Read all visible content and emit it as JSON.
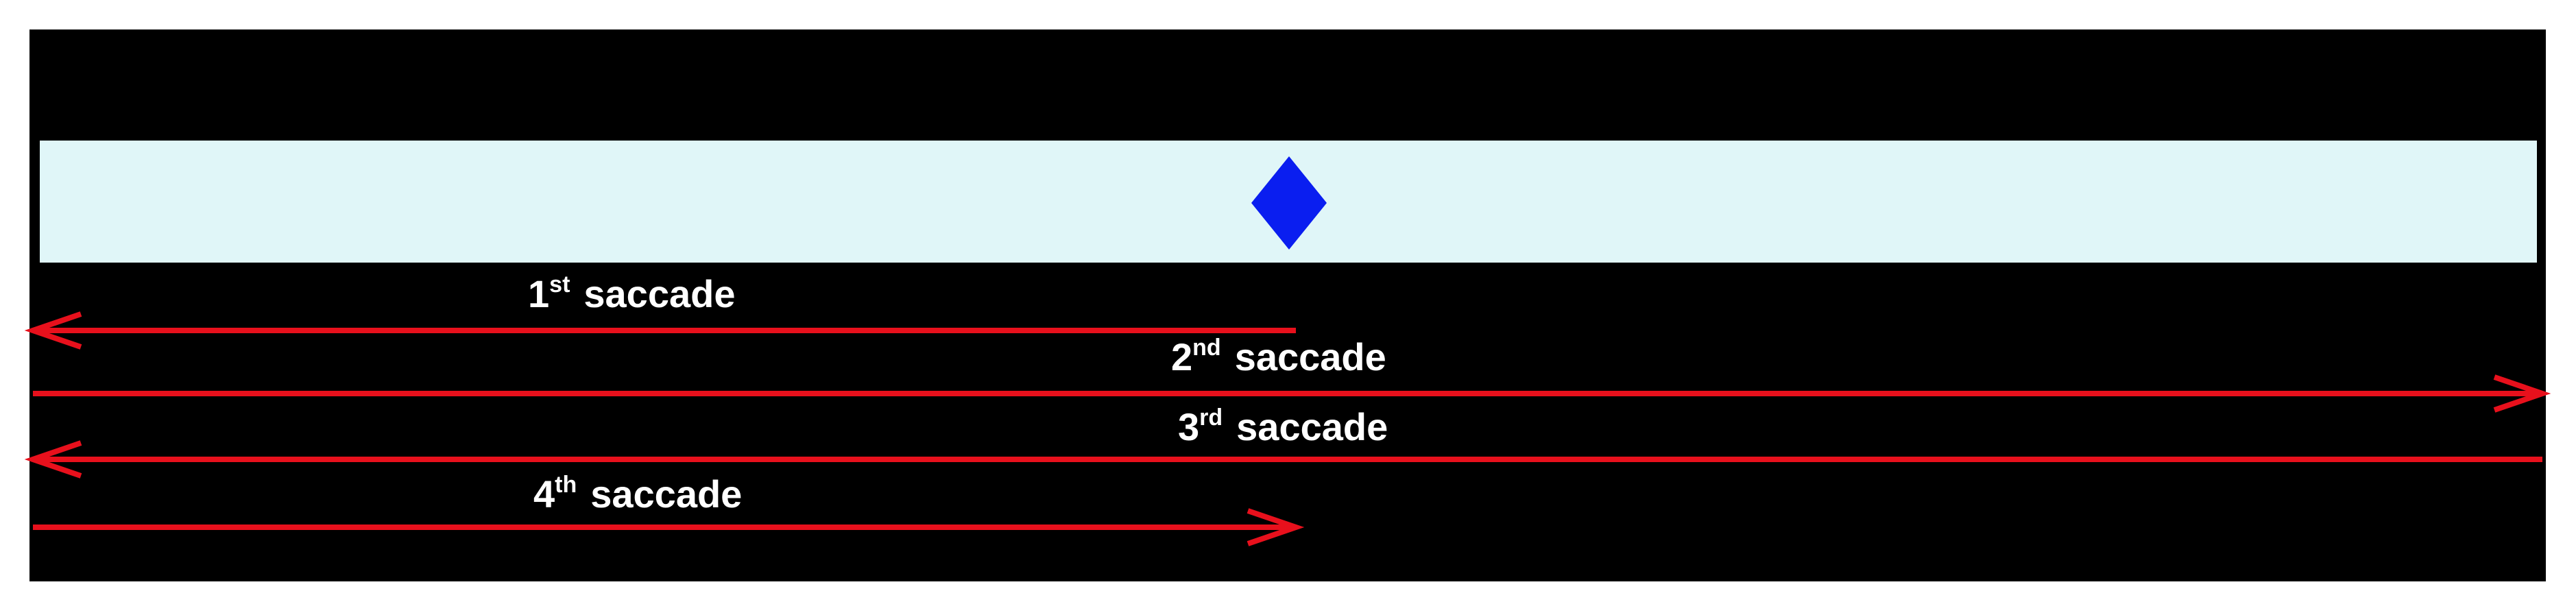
{
  "colors": {
    "background": "#000000",
    "outer_margin": "#ffffff",
    "stimulus_strip": "#e0f6f8",
    "target": "#0a1ef0",
    "arrow": "#e8101c",
    "label_text": "#ffffff"
  },
  "target_icon": "blue-diamond-target",
  "saccades": [
    {
      "number": "1",
      "suffix": "st",
      "word": "saccade",
      "direction": "left",
      "extent": "center-to-left-edge"
    },
    {
      "number": "2",
      "suffix": "nd",
      "word": "saccade",
      "direction": "right",
      "extent": "left-edge-to-right-edge"
    },
    {
      "number": "3",
      "suffix": "rd",
      "word": "saccade",
      "direction": "left",
      "extent": "right-edge-to-left-edge"
    },
    {
      "number": "4",
      "suffix": "th",
      "word": "saccade",
      "direction": "right",
      "extent": "left-edge-to-center"
    }
  ]
}
